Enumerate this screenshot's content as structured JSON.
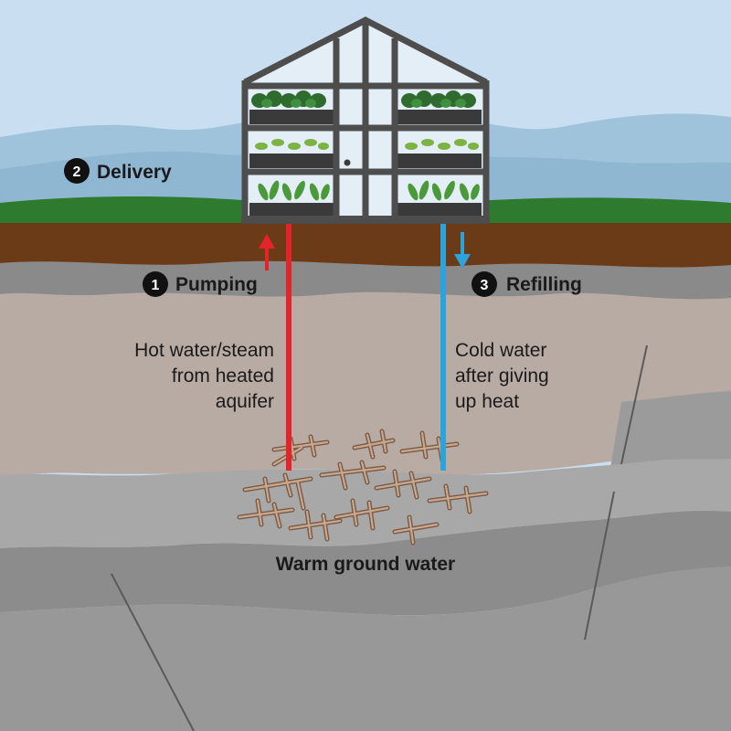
{
  "steps": {
    "delivery": {
      "number": "2",
      "label": "Delivery"
    },
    "pumping": {
      "number": "1",
      "label": "Pumping"
    },
    "refilling": {
      "number": "3",
      "label": "Refilling"
    }
  },
  "labels": {
    "hot_water": [
      "Hot water/steam",
      "from heated",
      "aquifer"
    ],
    "cold_water": [
      "Cold water",
      "after giving",
      "up heat"
    ],
    "warm_ground_water": "Warm ground water"
  },
  "colors": {
    "hot_pipe": "#e5232b",
    "cold_pipe": "#2ba3dc",
    "soil": "#6b3a17",
    "grass": "#2e7a2e",
    "greenhouse_frame": "#4d4d4d"
  }
}
